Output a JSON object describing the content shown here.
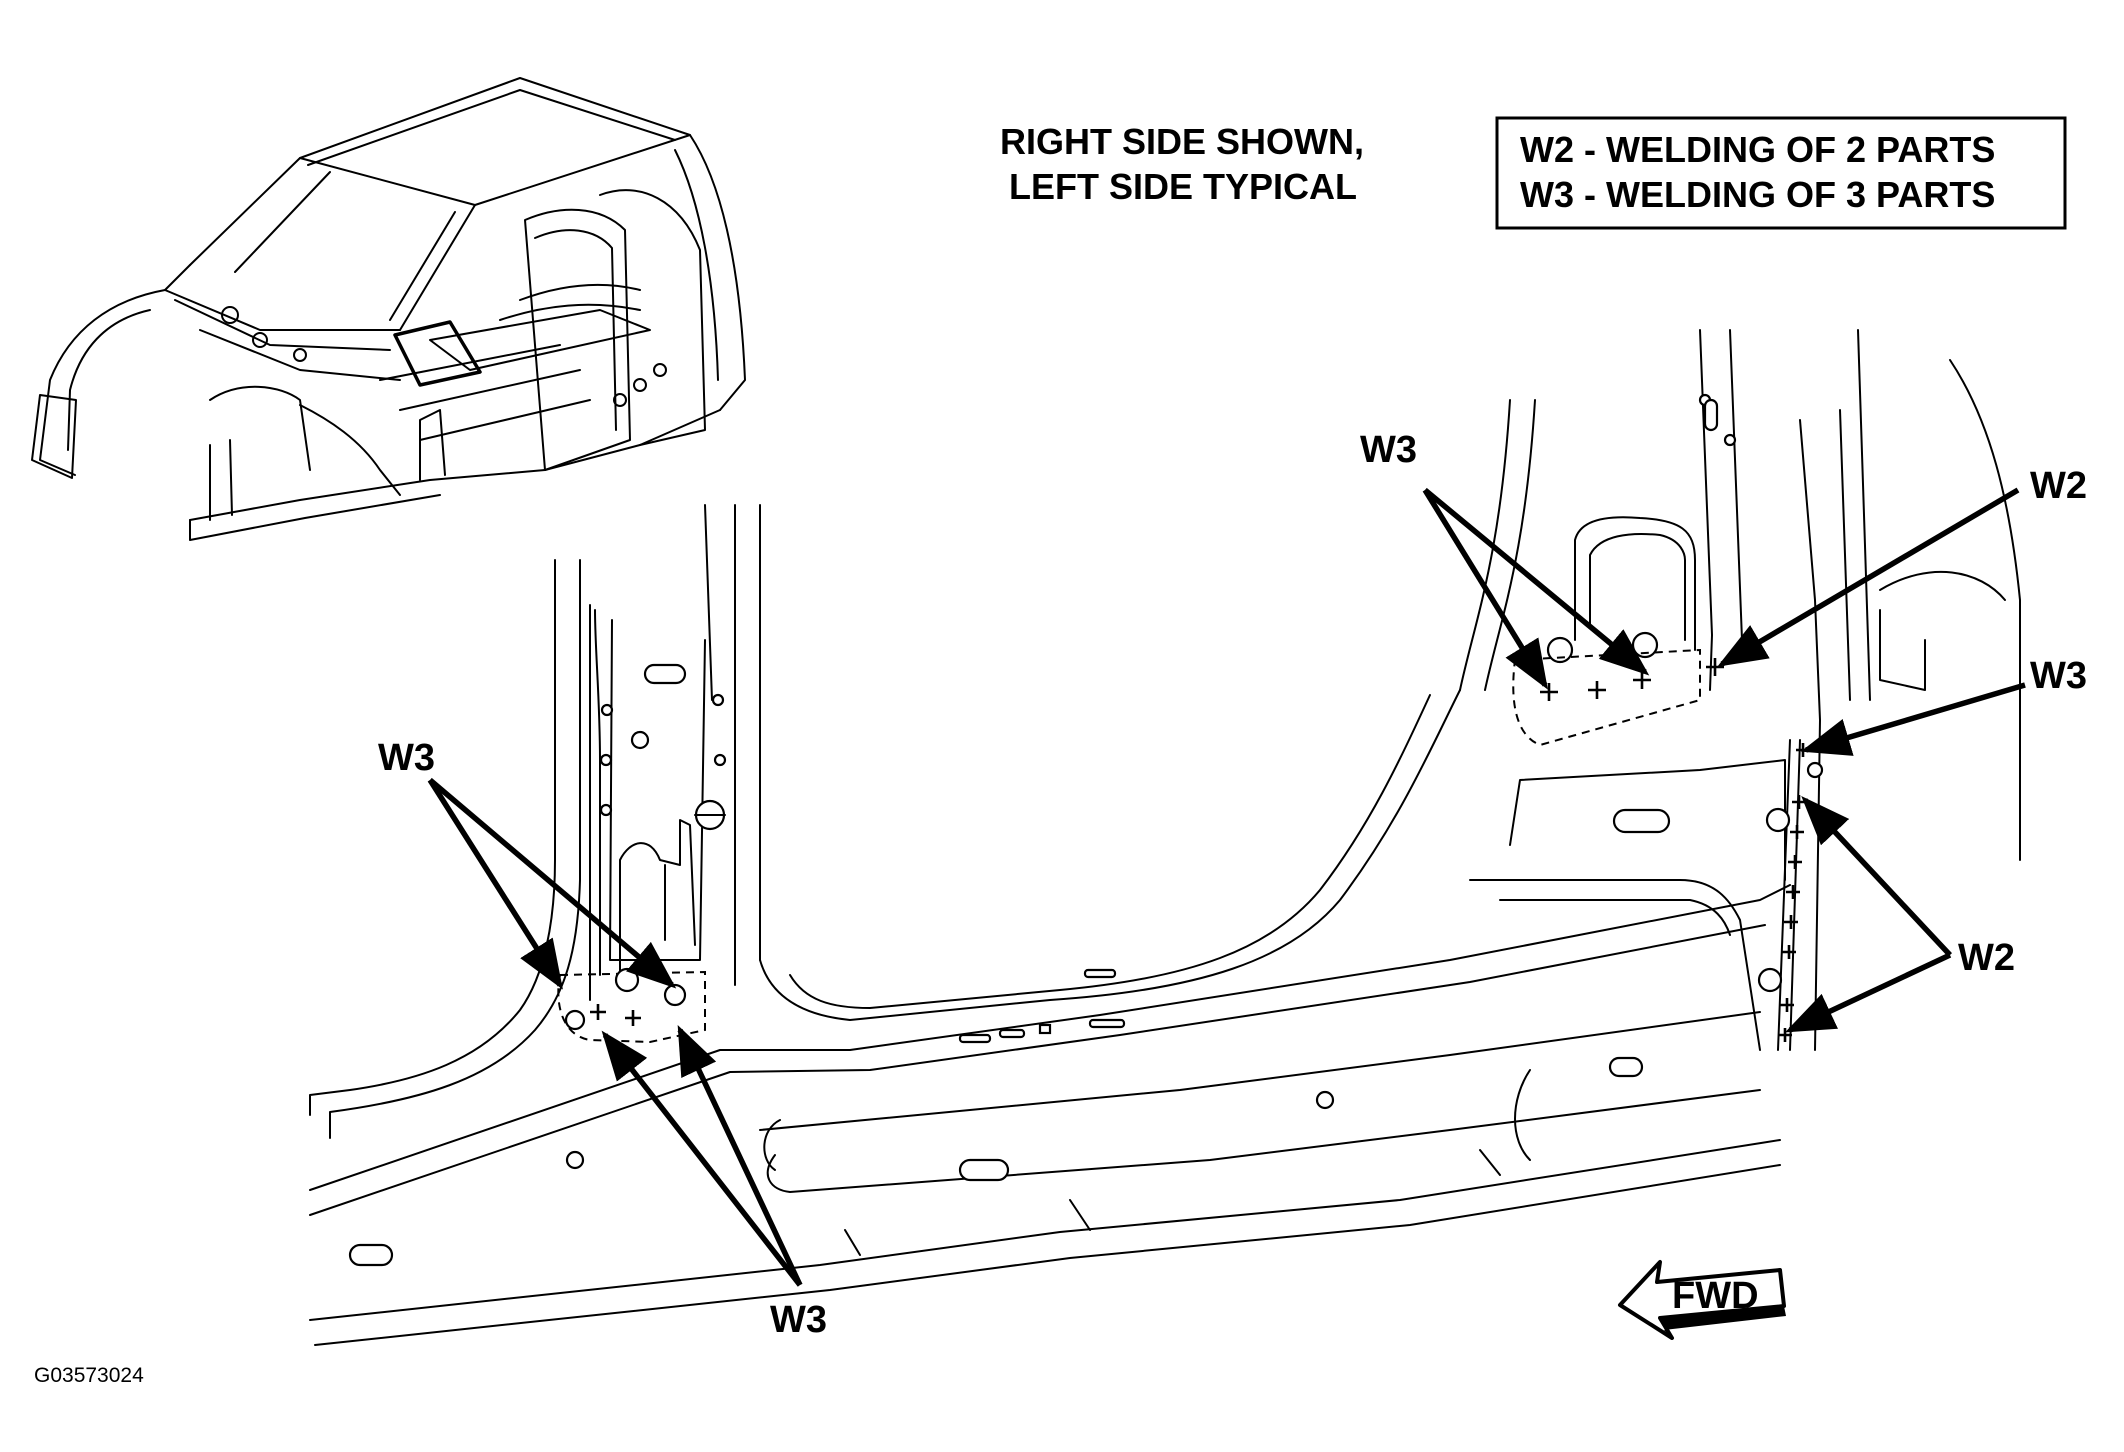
{
  "note": {
    "line1": "RIGHT SIDE SHOWN,",
    "line2": "LEFT SIDE TYPICAL"
  },
  "legend": {
    "line1": "W2 - WELDING OF 2 PARTS",
    "line2": "W3 - WELDING OF 3 PARTS"
  },
  "callouts": {
    "w3_rear_pillar": "W3",
    "w2_rear_top": "W2",
    "w3_rear_right": "W3",
    "w2_rear_right": "W2",
    "w3_b_pillar_upper": "W3",
    "w3_b_pillar_lower": "W3"
  },
  "fwd_label": "FWD",
  "figure_id": "G03573024"
}
